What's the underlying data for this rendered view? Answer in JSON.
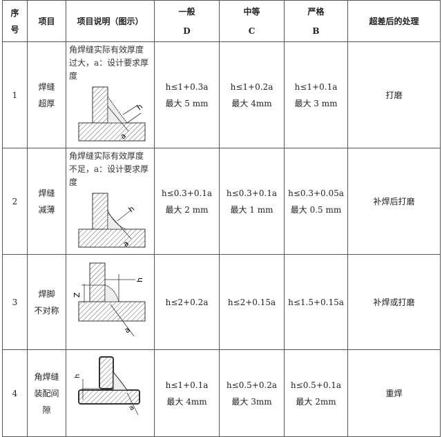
{
  "headers": {
    "seq": [
      "序",
      "号"
    ],
    "item": "项目",
    "desc": "项目说明（图示）",
    "general": [
      "一般",
      "D"
    ],
    "medium": [
      "中等",
      "C"
    ],
    "strict": [
      "严格",
      "B"
    ],
    "treatment": "超差后的处理"
  },
  "rows": [
    {
      "no": "1",
      "name": [
        "焊缝",
        "超厚"
      ],
      "desc_text": "角焊缝实际有效厚度过大，a：设计要求厚度",
      "general": [
        "h≤1+0.3a",
        "最大 5 mm"
      ],
      "medium": [
        "h≤1+0.2a",
        "最大 4mm"
      ],
      "strict": [
        "h≤1+0.1a",
        "最大 3 mm"
      ],
      "treatment": "打磨"
    },
    {
      "no": "2",
      "name": [
        "焊缝",
        "减薄"
      ],
      "desc_text": "角焊缝实际有效厚度不足，a：设计要求厚度",
      "general": [
        "h≤0.3+0.1a",
        "最大 2 mm"
      ],
      "medium": [
        "h≤0.3+0.1a",
        "最大 1 mm"
      ],
      "strict": [
        "h≤0.3+0.05a",
        "最大 0.5 mm"
      ],
      "treatment": "补焊后打磨"
    },
    {
      "no": "3",
      "name": [
        "焊脚",
        "不对称"
      ],
      "general": [
        "h≤2+0.2a"
      ],
      "medium": [
        "h≤2+0.15a"
      ],
      "strict": [
        "h≤1.5+0.15a"
      ],
      "treatment": "补焊或打磨"
    },
    {
      "no": "4",
      "name": [
        "角焊缝",
        "装配间",
        "隙"
      ],
      "general": [
        "h≤1+0.1a",
        "最大 4mm"
      ],
      "medium": [
        "h≤0.5+0.2a",
        "最大 3mm"
      ],
      "strict": [
        "h≤0.5+0.1a",
        "最大 2mm"
      ],
      "treatment": "重焊"
    }
  ],
  "figure_labels": {
    "h": "h",
    "a": "a",
    "z": "Z"
  }
}
